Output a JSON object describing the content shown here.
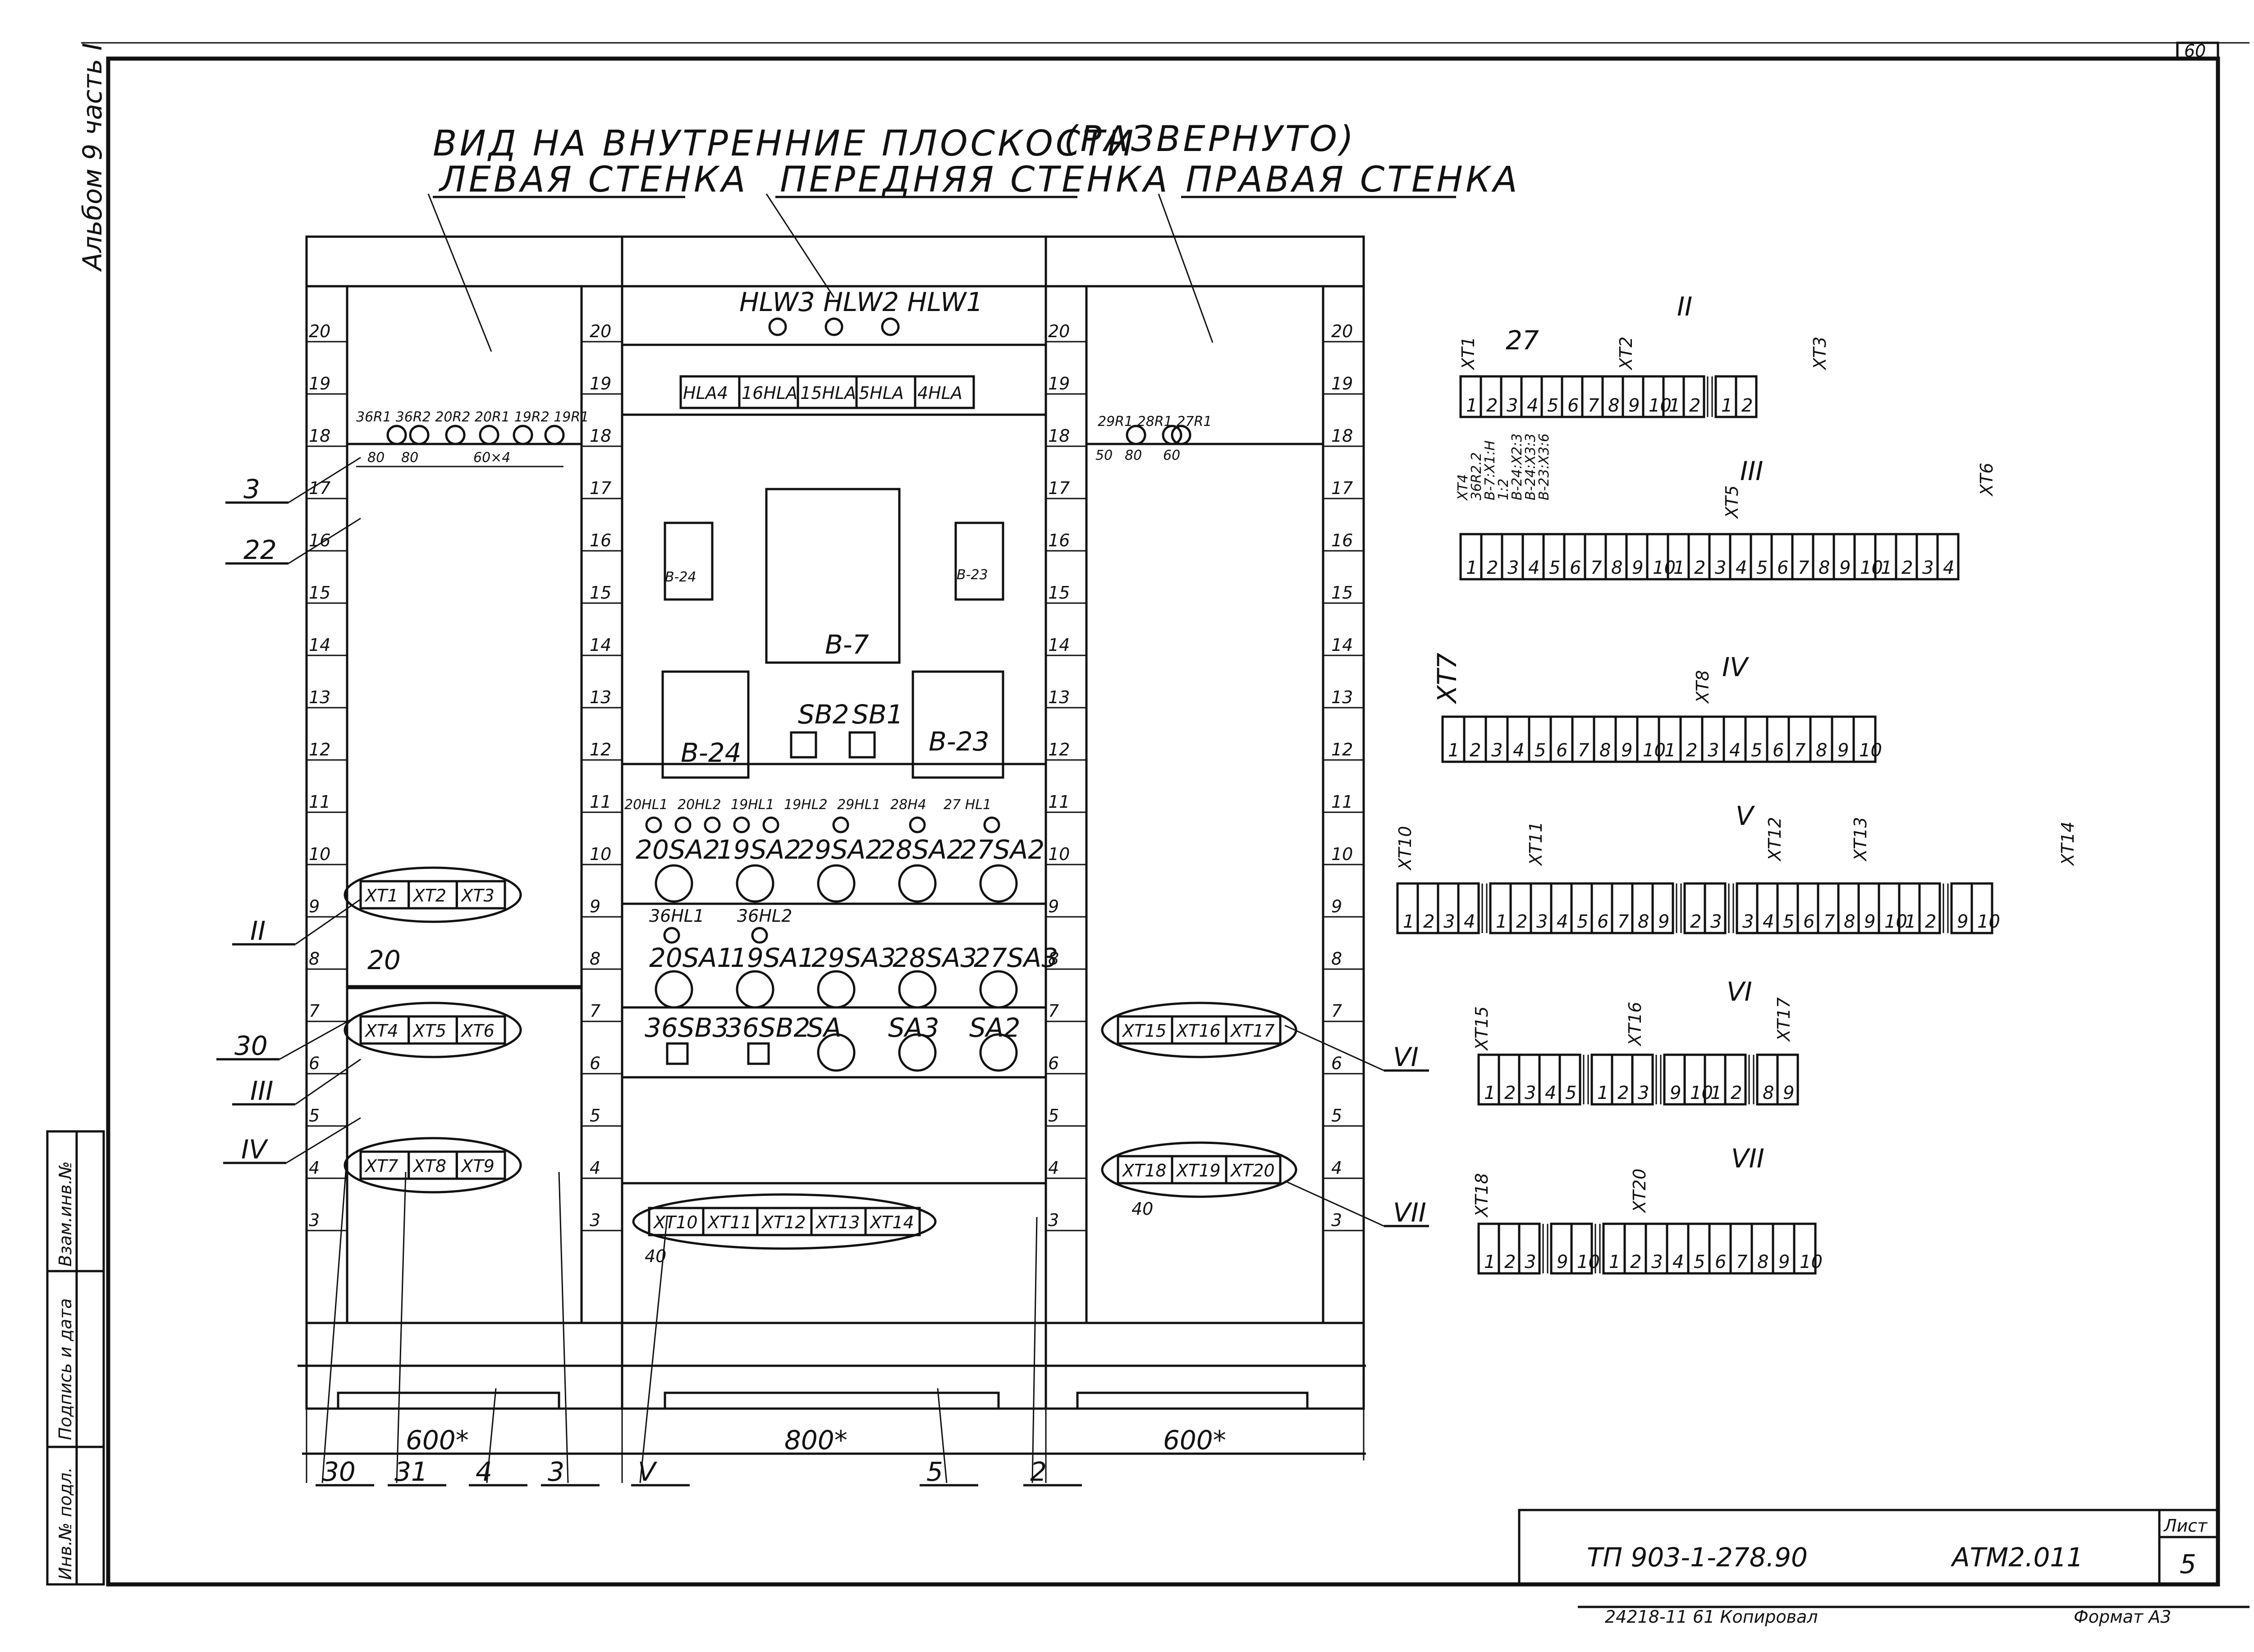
{
  "sheet": {
    "page_no": "60",
    "album": "Альбом 9 часть I",
    "title": "ВИД НА ВНУТРЕННИЕ ПЛОСКОСТИ",
    "title_note": "(РАЗВЕРНУТО)",
    "walls": {
      "left": "ЛЕВАЯ СТЕНКА",
      "front": "ПЕРЕДНЯЯ СТЕНКА",
      "right": "ПРАВАЯ СТЕНКА"
    }
  },
  "scale_marks": [
    "20",
    "19",
    "18",
    "17",
    "16",
    "15",
    "14",
    "13",
    "12",
    "11",
    "10",
    "9",
    "8",
    "7",
    "6",
    "5",
    "4",
    "3"
  ],
  "left_wall": {
    "resistors": "36R1 36R2 20R2 20R1 19R2 19R1",
    "dims": [
      "80",
      "80",
      "60×4"
    ],
    "terminal_groups": [
      [
        "XT1",
        "XT2",
        "XT3"
      ],
      [
        "XT4",
        "XT5",
        "XT6"
      ],
      [
        "XT7",
        "XT8",
        "XT9"
      ]
    ],
    "dim_20": "20"
  },
  "front_wall": {
    "top_lamps": "HLW3 HLW2 HLW1",
    "lamp_strip": [
      "HLA4",
      "16HLA",
      "15HLA",
      "5HLA",
      "4HLA"
    ],
    "blocks": {
      "b24_small": "В-24",
      "b23_small": "В-23",
      "b7": "В-7",
      "b24": "В-24",
      "b23": "В-23"
    },
    "buttons_top": [
      "SB2",
      "SB1"
    ],
    "lamps_row1": [
      "20HL1",
      "20HL2",
      "19HL1",
      "19HL2",
      "29HL1",
      "28H4",
      "27 HL1"
    ],
    "switches_row1": [
      "20SA2",
      "19SA2",
      "29SA2",
      "28SA2",
      "27SA2"
    ],
    "lamps_row2": [
      "36HL1",
      "36HL2"
    ],
    "switches_row2": [
      "20SA1",
      "19SA1",
      "29SA3",
      "28SA3",
      "27SA3"
    ],
    "buttons_row3": [
      "36SB3",
      "36SB2",
      "SA",
      "SA3",
      "SA2"
    ],
    "terminal_group": [
      "XT10",
      "XT11",
      "XT12",
      "XT13",
      "XT14"
    ],
    "dim_40": "40"
  },
  "right_wall": {
    "resistors": "29R1 28R1 27R1",
    "dims": [
      "50",
      "80",
      "60"
    ],
    "terminal_groups": [
      [
        "XT15",
        "XT16",
        "XT17"
      ],
      [
        "XT18",
        "XT19",
        "XT20"
      ]
    ],
    "dim_40": "40"
  },
  "bottom": {
    "dims": [
      "600*",
      "800*",
      "600*"
    ],
    "callouts": [
      "30",
      "31",
      "4",
      "3",
      "V",
      "5",
      "2"
    ]
  },
  "callouts_left": [
    "3",
    "22",
    "II",
    "30",
    "III",
    "IV"
  ],
  "callouts_right": [
    "VI",
    "VII"
  ],
  "terminals": {
    "II": {
      "roman": "II",
      "top_labels": [
        "XT1",
        "27",
        "XT2",
        "XT3"
      ],
      "cells_a": [
        "1",
        "2",
        "3",
        "4",
        "5",
        "6",
        "7",
        "8",
        "9",
        "10",
        "1",
        "2"
      ],
      "cells_b": [
        "1",
        "2"
      ]
    },
    "III": {
      "roman": "III",
      "side_labels": [
        "XT4",
        "36R2.2",
        "В-7:Х1:Н",
        "1:2",
        "В-24:Х2:3",
        "В-24:Х3:3",
        "В-23:Х3:6"
      ],
      "mid_labels": [
        "XT5",
        "XT6"
      ],
      "cells": [
        "1",
        "2",
        "3",
        "4",
        "5",
        "6",
        "7",
        "8",
        "9",
        "10",
        "1",
        "2",
        "3",
        "4",
        "5",
        "6",
        "7",
        "8",
        "9",
        "10",
        "1",
        "2",
        "3",
        "4"
      ]
    },
    "IV": {
      "roman": "IV",
      "labels": [
        "XT7",
        "XT8"
      ],
      "cells": [
        "1",
        "2",
        "3",
        "4",
        "5",
        "6",
        "7",
        "8",
        "9",
        "10",
        "1",
        "2",
        "3",
        "4",
        "5",
        "6",
        "7",
        "8",
        "9",
        "10"
      ]
    },
    "V": {
      "roman": "V",
      "labels": [
        "XT10",
        "XT11",
        "XT12",
        "XT13",
        "XT14"
      ],
      "g1": [
        "1",
        "2",
        "3",
        "4"
      ],
      "g2": [
        "1",
        "2",
        "3",
        "4",
        "5",
        "6",
        "7",
        "8",
        "9"
      ],
      "g3": [
        "2",
        "3"
      ],
      "g4": [
        "3",
        "4",
        "5",
        "6",
        "7",
        "8",
        "9",
        "10",
        "1",
        "2"
      ],
      "g5": [
        "9",
        "10"
      ]
    },
    "VI": {
      "roman": "VI",
      "labels": [
        "XT15",
        "XT16",
        "XT17"
      ],
      "g1": [
        "1",
        "2",
        "3",
        "4",
        "5"
      ],
      "g2": [
        "1",
        "2",
        "3"
      ],
      "g3": [
        "9",
        "10",
        "1",
        "2"
      ],
      "g4": [
        "8",
        "9"
      ]
    },
    "VII": {
      "roman": "VII",
      "labels": [
        "XT18",
        "XT20"
      ],
      "g1": [
        "1",
        "2",
        "3"
      ],
      "g2": [
        "9",
        "10"
      ],
      "g3": [
        "1",
        "2",
        "3",
        "4",
        "5",
        "6",
        "7",
        "8",
        "9",
        "10"
      ]
    }
  },
  "stamp": {
    "side_labels": [
      "Инв.№ подл.",
      "Подпись и дата",
      "Взам.инв.№"
    ],
    "doc_no": "ТП 903-1-278.90",
    "code": "АТМ2.011",
    "sheet_label": "Лист",
    "sheet_no": "5",
    "footer": "24218-11  61   Копировал",
    "format": "Формат А3"
  }
}
